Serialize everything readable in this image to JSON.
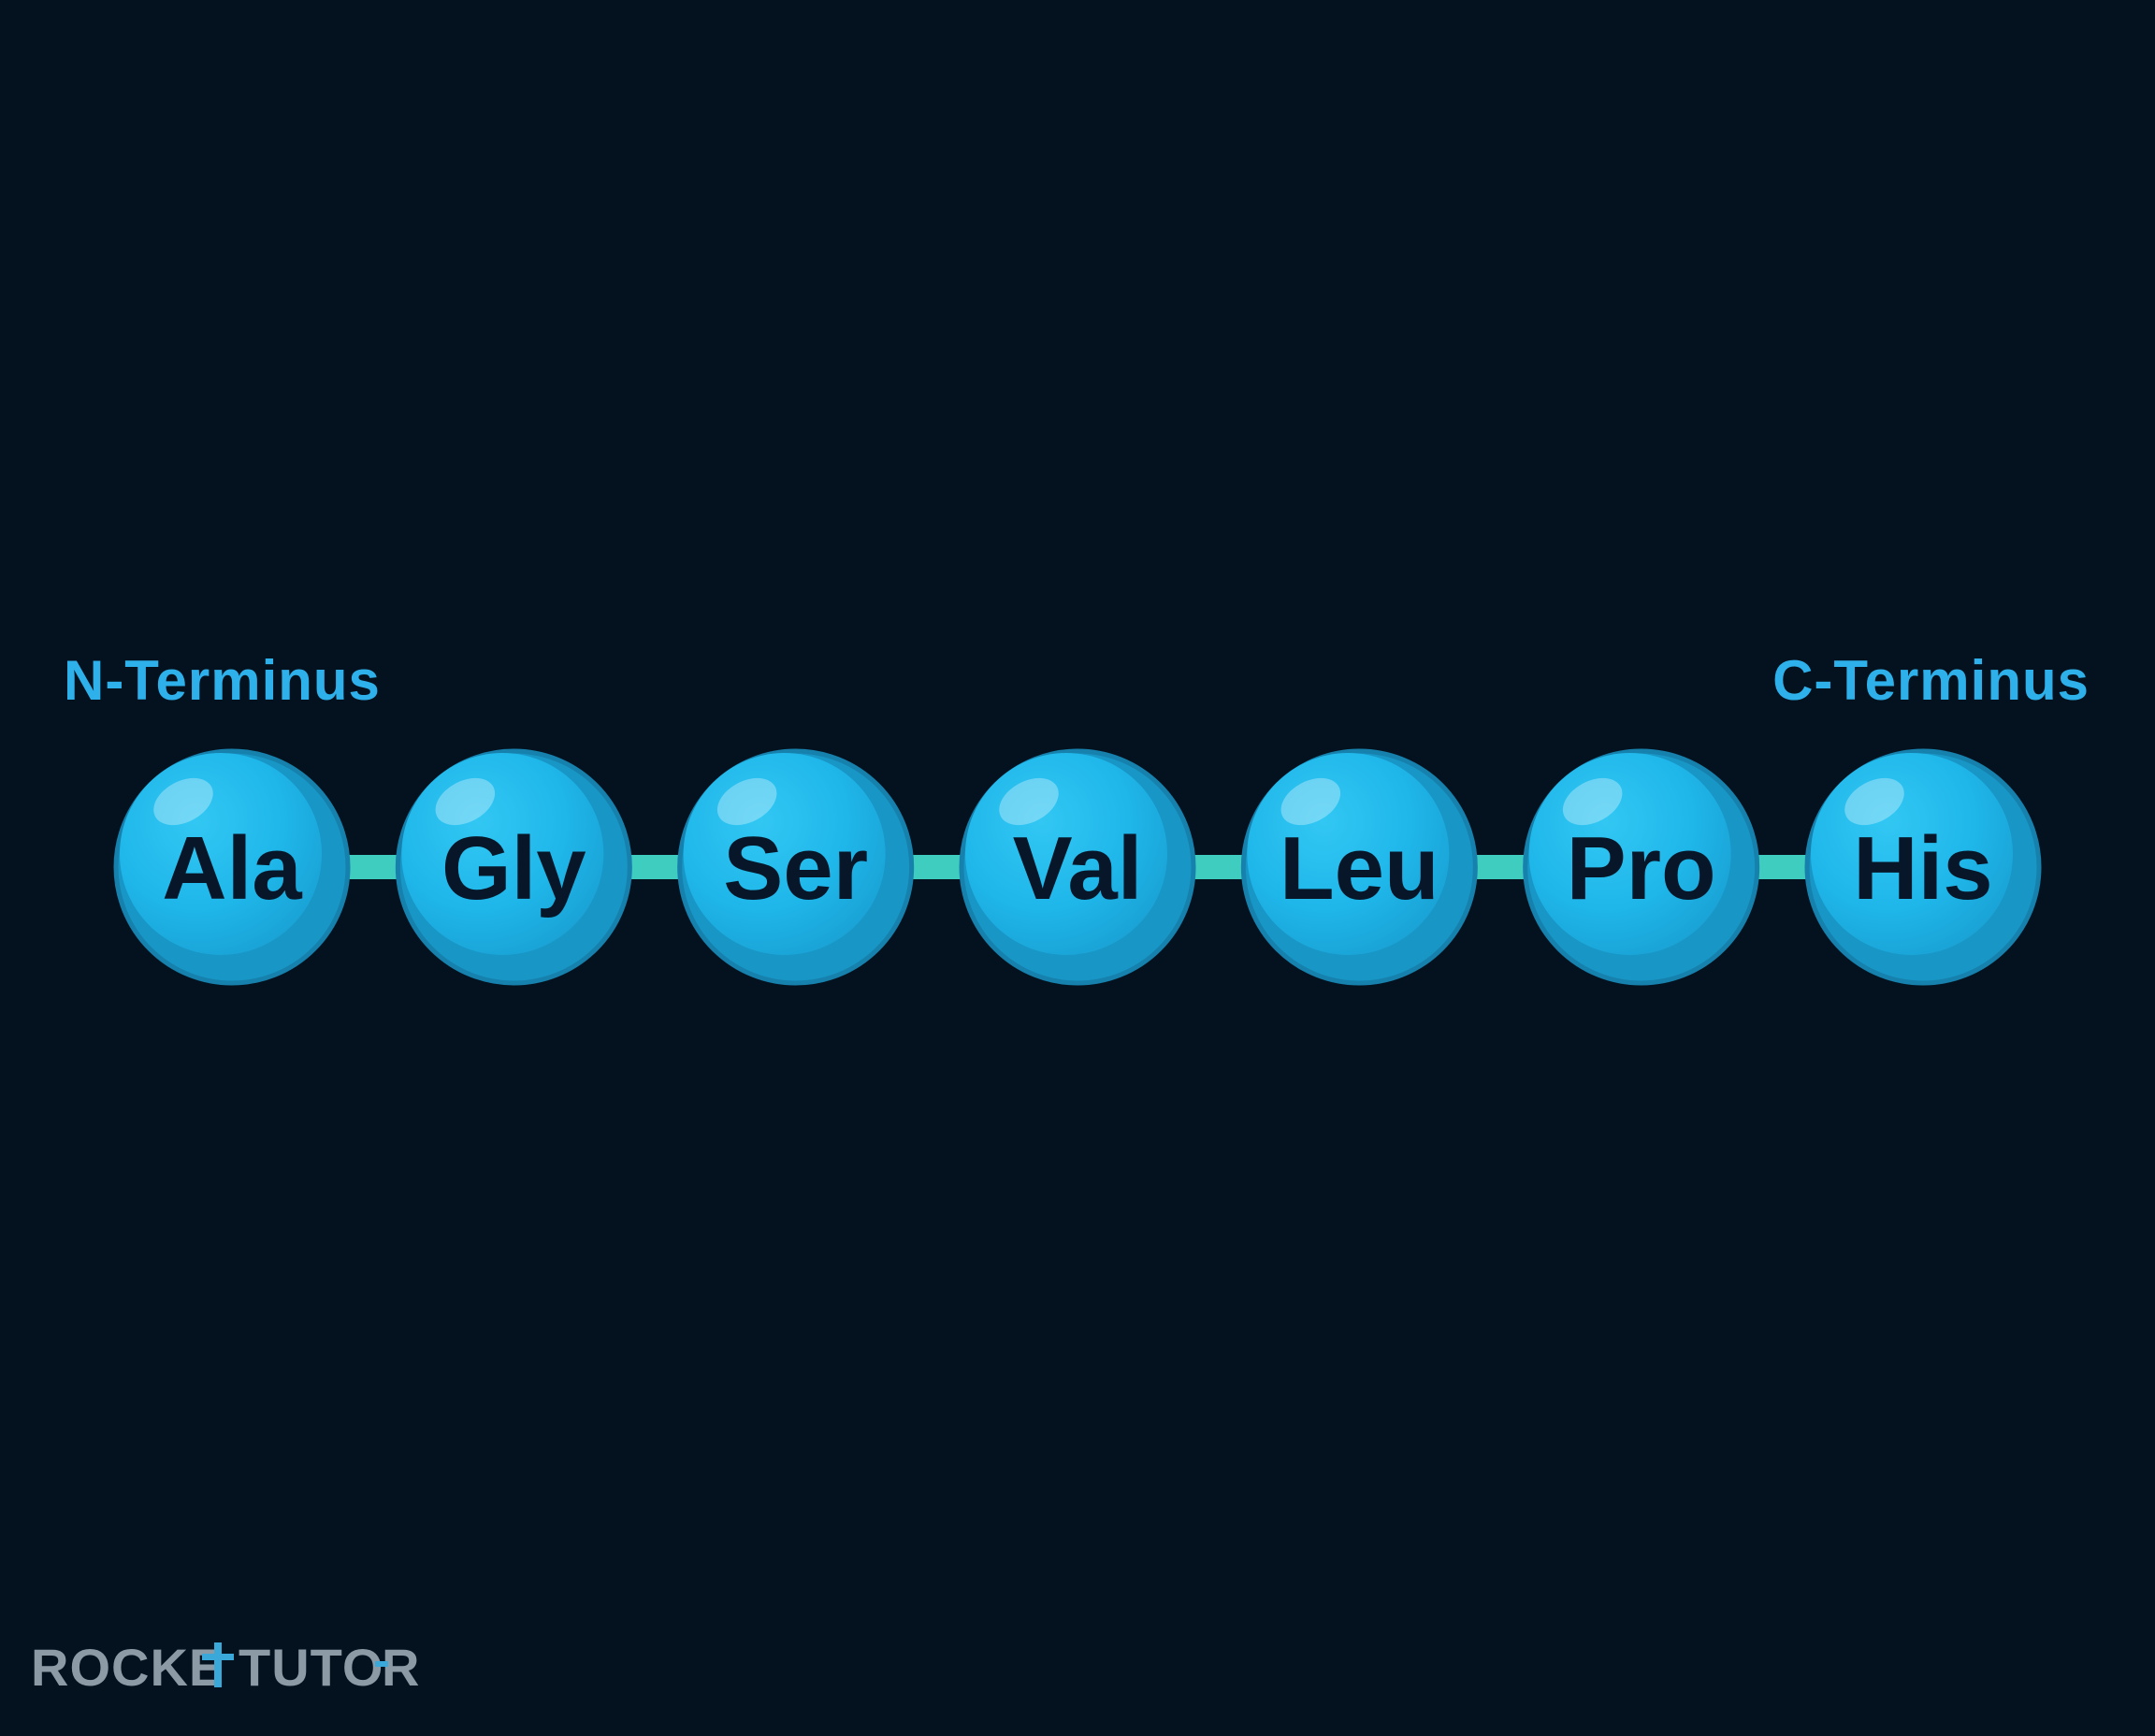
{
  "diagram": {
    "n_terminus_label": "N-Terminus",
    "c_terminus_label": "C-Terminus",
    "residues": [
      {
        "label": "Ala"
      },
      {
        "label": "Gly"
      },
      {
        "label": "Ser"
      },
      {
        "label": "Val"
      },
      {
        "label": "Leu"
      },
      {
        "label": "Pro"
      },
      {
        "label": "His"
      }
    ],
    "colors": {
      "background": "#04121f",
      "sphere_fill": "#1fb7ea",
      "sphere_shadow": "#1896c6",
      "sphere_edge": "#1681ad",
      "bond": "#3fcdc0",
      "label_text": "#071729",
      "terminus_text": "#2eb0ea"
    }
  },
  "watermark": {
    "text": "ROCKETTUTOR"
  }
}
